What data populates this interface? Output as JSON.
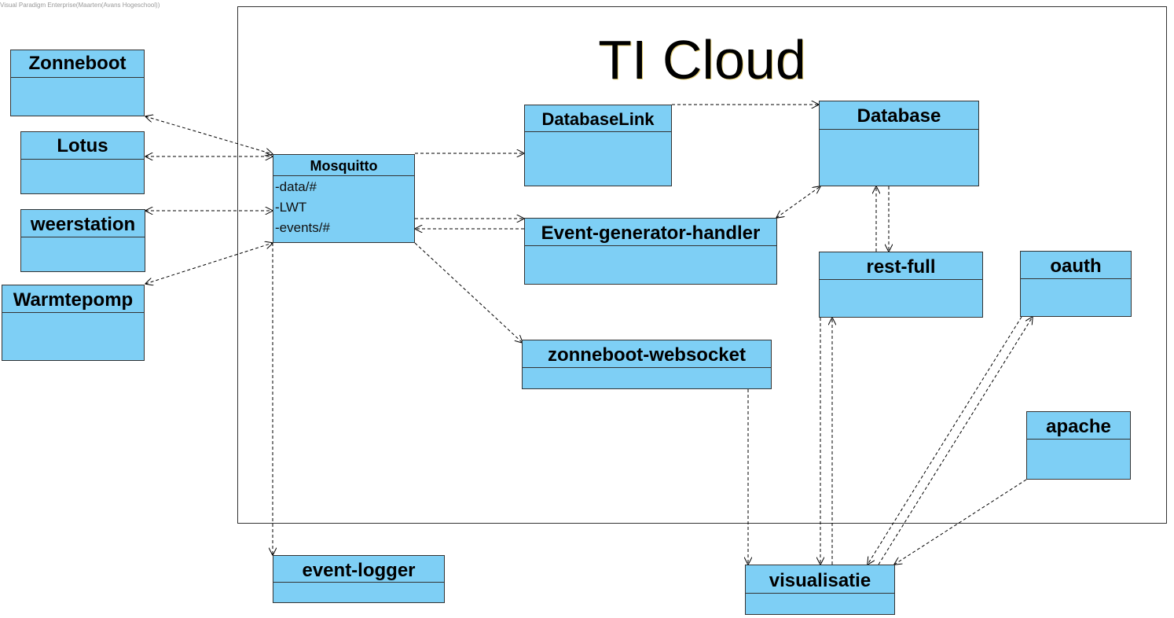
{
  "watermark": "Visual Paradigm Enterprise(Maarten(Avans Hogeschool))",
  "diagram": {
    "title": "TI Cloud",
    "classes": {
      "zonneboot": {
        "name": "Zonneboot"
      },
      "lotus": {
        "name": "Lotus"
      },
      "weerstation": {
        "name": "weerstation"
      },
      "warmtepomp": {
        "name": "Warmtepomp"
      },
      "mosquitto": {
        "name": "Mosquitto",
        "attributes": [
          "-data/#",
          "-LWT",
          "-events/#"
        ]
      },
      "databaselink": {
        "name": "DatabaseLink"
      },
      "database": {
        "name": "Database"
      },
      "event_generator_handler": {
        "name": "Event-generator-handler"
      },
      "rest_full": {
        "name": "rest-full"
      },
      "oauth": {
        "name": "oauth"
      },
      "zonneboot_websocket": {
        "name": "zonneboot-websocket"
      },
      "apache": {
        "name": "apache"
      },
      "event_logger": {
        "name": "event-logger"
      },
      "visualisatie": {
        "name": "visualisatie"
      }
    },
    "dependencies": [
      {
        "from": "Zonneboot",
        "to": "Mosquitto",
        "bidirectional": true
      },
      {
        "from": "Lotus",
        "to": "Mosquitto",
        "bidirectional": true
      },
      {
        "from": "weerstation",
        "to": "Mosquitto",
        "bidirectional": true
      },
      {
        "from": "Warmtepomp",
        "to": "Mosquitto",
        "bidirectional": true
      },
      {
        "from": "Mosquitto",
        "to": "DatabaseLink",
        "bidirectional": false
      },
      {
        "from": "Mosquitto",
        "to": "Event-generator-handler",
        "bidirectional": false
      },
      {
        "from": "Event-generator-handler",
        "to": "Mosquitto",
        "bidirectional": false
      },
      {
        "from": "Mosquitto",
        "to": "zonneboot-websocket",
        "bidirectional": false
      },
      {
        "from": "Mosquitto",
        "to": "event-logger",
        "bidirectional": false
      },
      {
        "from": "DatabaseLink",
        "to": "Database",
        "bidirectional": false
      },
      {
        "from": "Event-generator-handler",
        "to": "Database",
        "bidirectional": true
      },
      {
        "from": "Database",
        "to": "rest-full",
        "bidirectional": false
      },
      {
        "from": "rest-full",
        "to": "Database",
        "bidirectional": false
      },
      {
        "from": "rest-full",
        "to": "visualisatie",
        "bidirectional": false
      },
      {
        "from": "visualisatie",
        "to": "rest-full",
        "bidirectional": false
      },
      {
        "from": "oauth",
        "to": "visualisatie",
        "bidirectional": false
      },
      {
        "from": "visualisatie",
        "to": "oauth",
        "bidirectional": false
      },
      {
        "from": "apache",
        "to": "visualisatie",
        "bidirectional": false
      },
      {
        "from": "zonneboot-websocket",
        "to": "visualisatie",
        "bidirectional": false
      }
    ]
  }
}
